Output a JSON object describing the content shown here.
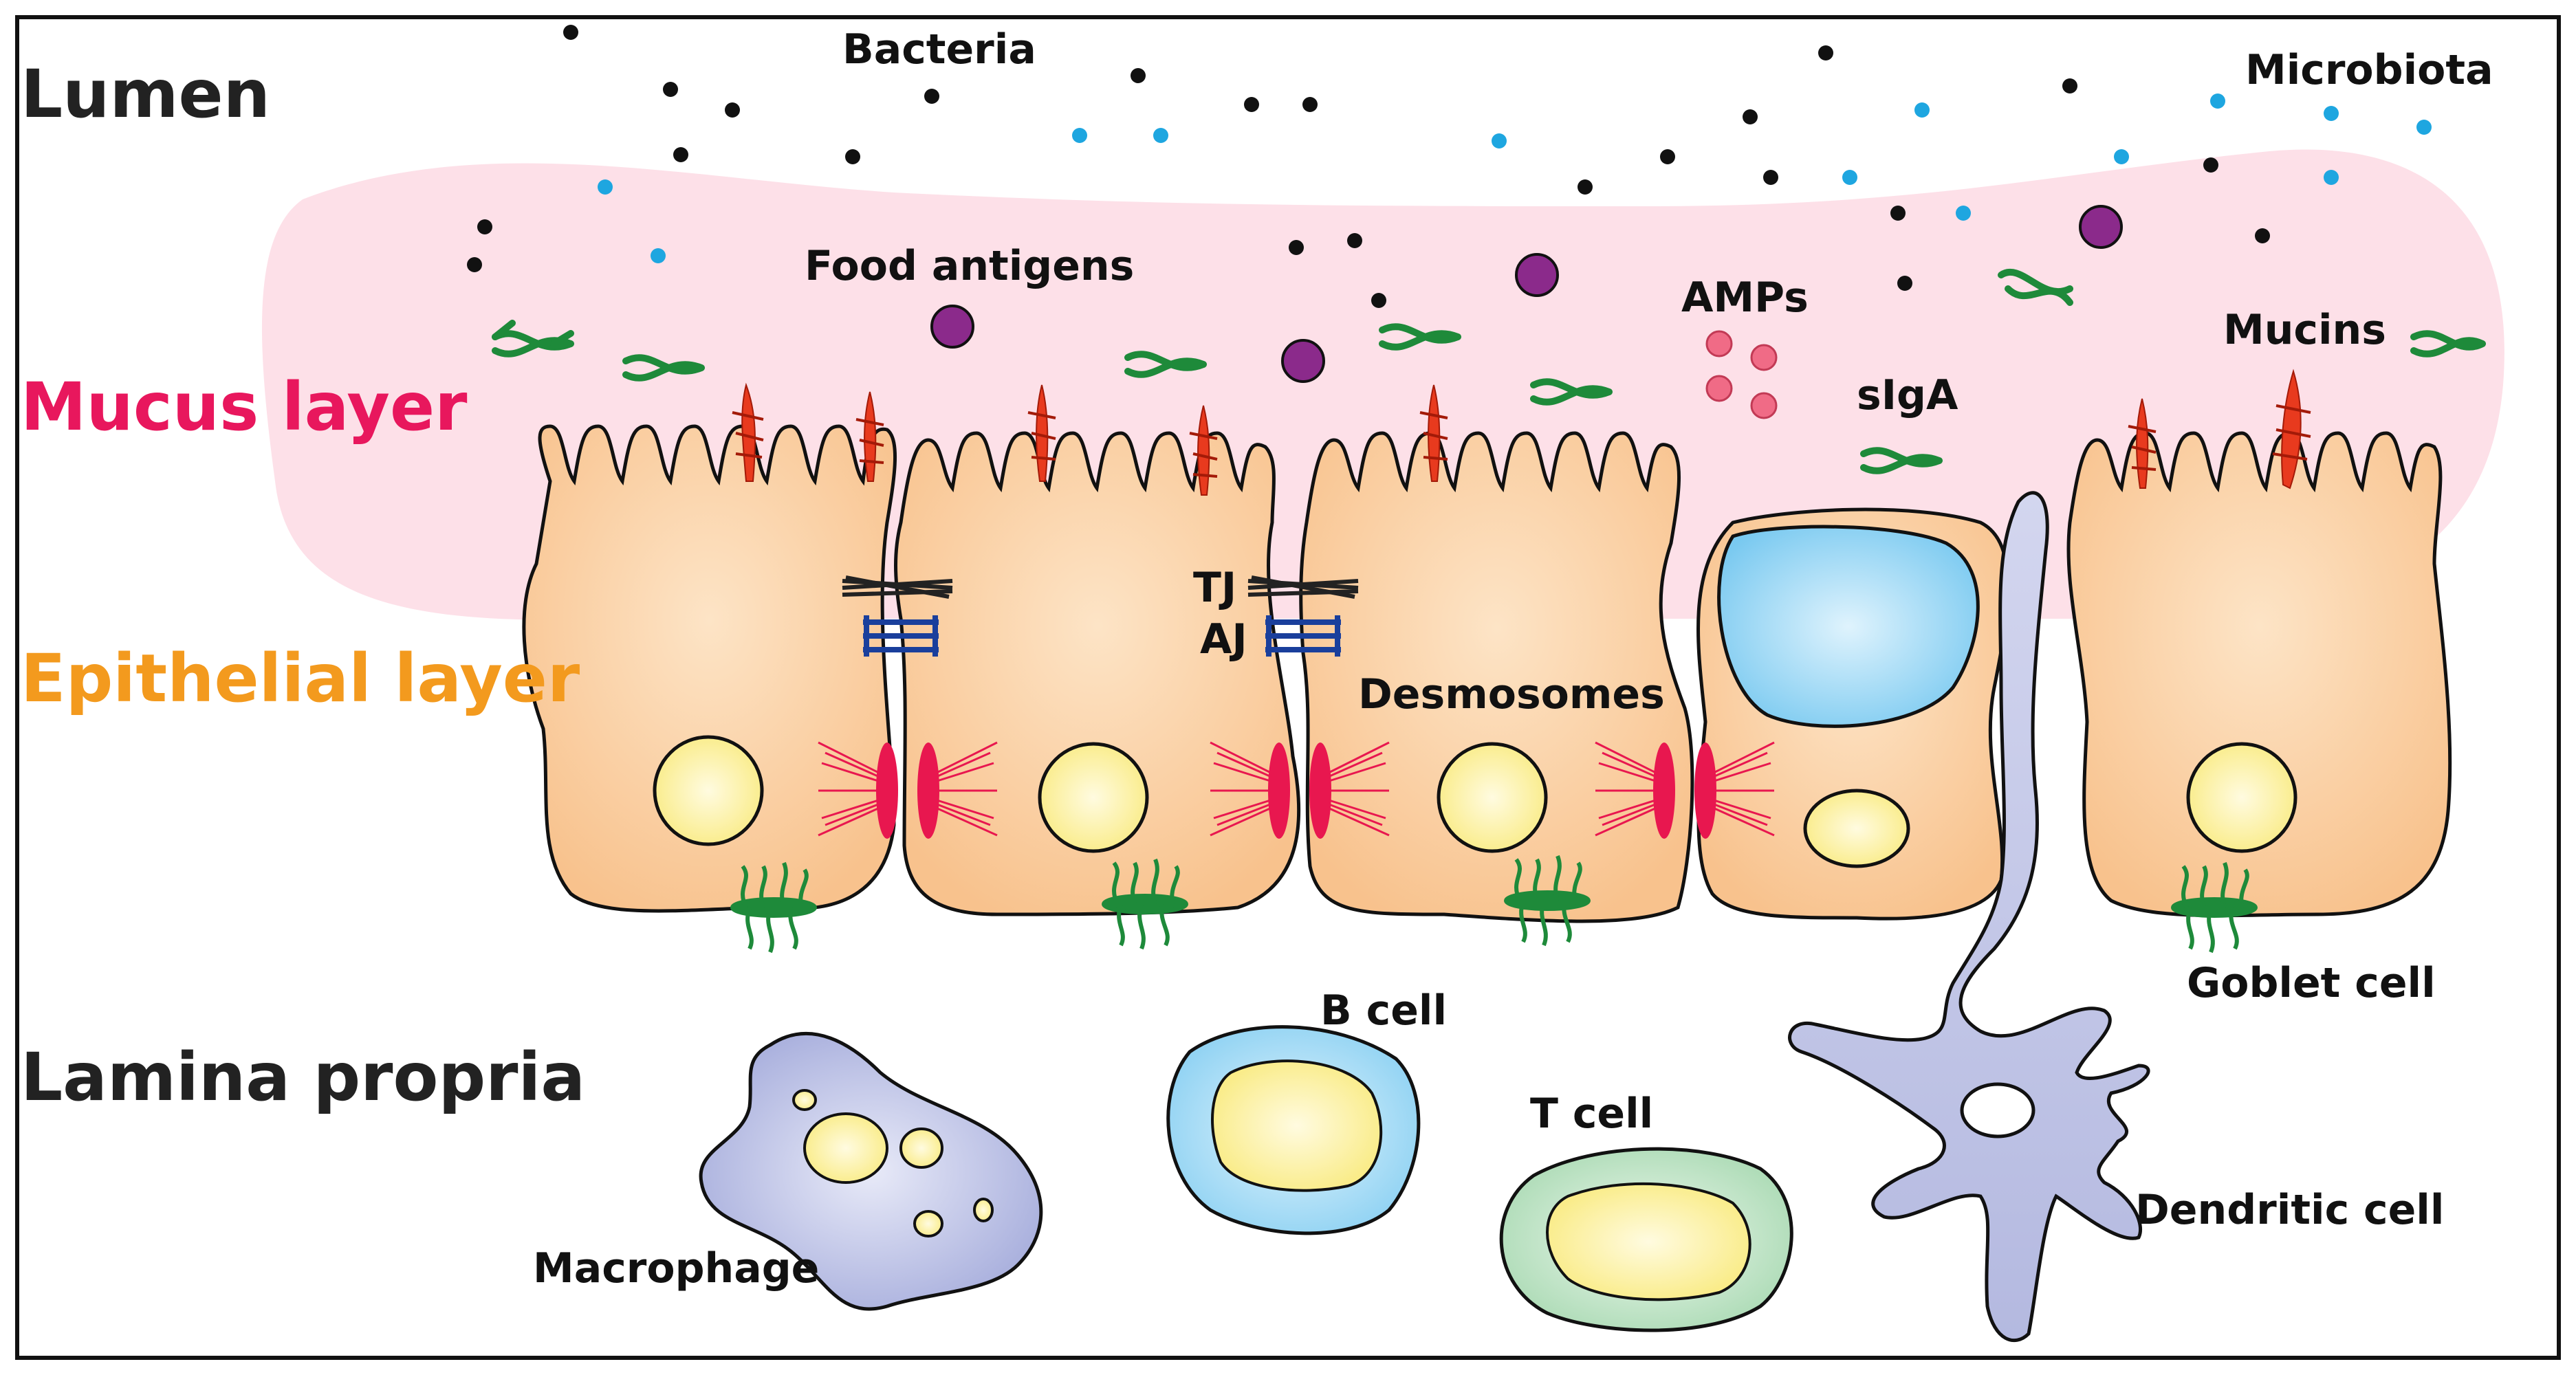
{
  "layers": {
    "lumen": "Lumen",
    "mucus": "Mucus layer",
    "epithelial": "Epithelial layer",
    "lamina": "Lamina propria"
  },
  "labels": {
    "bacteria": "Bacteria",
    "microbiota": "Microbiota",
    "food_antigens": "Food antigens",
    "amps": "AMPs",
    "mucins": "Mucins",
    "sIgA": "sIgA",
    "tj": "TJ",
    "aj": "AJ",
    "desmosomes": "Desmosomes",
    "b_cell": "B cell",
    "t_cell": "T cell",
    "goblet_cell": "Goblet cell",
    "dendritic_cell": "Dendritic cell",
    "macrophage": "Macrophage"
  },
  "colors": {
    "lumen": "#222222",
    "mucus": "#e8175d",
    "epithelial": "#f39a1e",
    "mucus_fill": "#fde0e8",
    "cell_fill": "#fbc68f",
    "nucleus": "#fdf3a0",
    "goblet_vacuole": "#8fd3f4",
    "b_cell": "#a8dcf6",
    "t_cell": "#bfe3c4",
    "macrophage": "#b7bde2",
    "dendritic": "#c4c8e6",
    "bacteria": "#111111",
    "microbiota": "#1ea6e0",
    "food_antigen": "#8b2a8b",
    "amp": "#f06b86",
    "sIgA": "#1e8a3a",
    "mucin": "#e83a1e",
    "desmosome": "#e8174f",
    "tight_junction": "#222222",
    "adherens_junction": "#1a3f9c"
  }
}
